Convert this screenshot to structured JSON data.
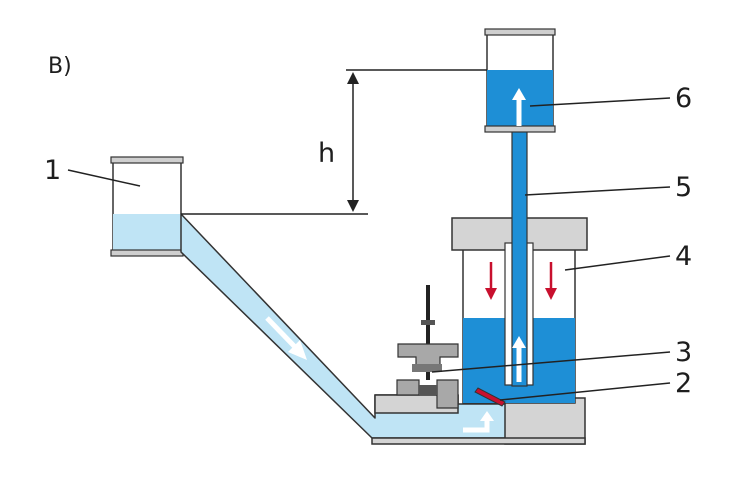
{
  "panel_label": "B)",
  "height_label": "h",
  "part_labels": {
    "p1": "1",
    "p2": "2",
    "p3": "3",
    "p4": "4",
    "p5": "5",
    "p6": "6"
  },
  "colors": {
    "water_light": "#bfe4f5",
    "water_dark": "#1e8fd6",
    "metal_gray": "#d4d4d4",
    "outline": "#333333",
    "flow_arrow": "#ffffff",
    "air_arrow": "#c8102e",
    "valve_flap": "#c8102e"
  }
}
